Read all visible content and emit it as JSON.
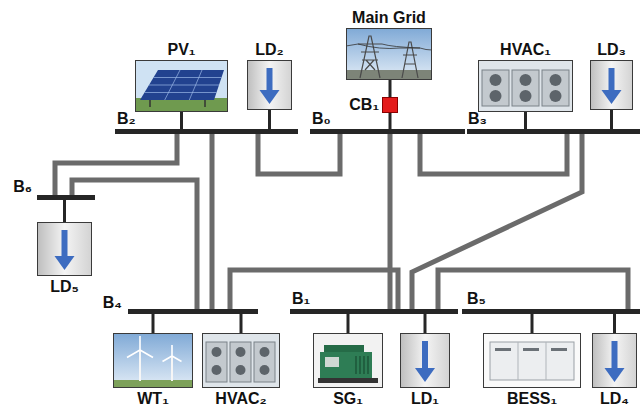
{
  "diagram": {
    "nodes": [
      {
        "text": [
          "Main Grid"
        ]
      },
      {
        "text": [
          "PV₁"
        ]
      },
      {
        "text": [
          "LD₂"
        ]
      },
      {
        "text": [
          "HVAC₁"
        ]
      },
      {
        "text": [
          "LD₃"
        ]
      },
      {
        "text": [
          "CB₁"
        ]
      },
      {
        "text": [
          "B₂"
        ]
      },
      {
        "text": [
          "B₀"
        ]
      },
      {
        "text": [
          "B₃"
        ]
      },
      {
        "text": [
          "B₆"
        ]
      },
      {
        "text": [
          "LD₅"
        ]
      },
      {
        "text": [
          "B₄"
        ]
      },
      {
        "text": [
          "B₁"
        ]
      },
      {
        "text": [
          "B₅"
        ]
      },
      {
        "text": [
          "WT₁"
        ]
      },
      {
        "text": [
          "HVAC₂"
        ]
      },
      {
        "text": [
          "SG₁"
        ]
      },
      {
        "text": [
          "LD₁"
        ]
      },
      {
        "text": [
          "BESS₁"
        ]
      },
      {
        "text": [
          "LD₄"
        ]
      }
    ],
    "edges": [
      {
        "from": 0,
        "to": 5,
        "arrow": "none"
      },
      {
        "from": 5,
        "to": 7,
        "arrow": "none"
      },
      {
        "from": 1,
        "to": 6,
        "arrow": "none"
      },
      {
        "from": 2,
        "to": 6,
        "arrow": "none"
      },
      {
        "from": 3,
        "to": 8,
        "arrow": "none"
      },
      {
        "from": 4,
        "to": 8,
        "arrow": "none"
      },
      {
        "from": 6,
        "to": 7,
        "arrow": "none"
      },
      {
        "from": 7,
        "to": 8,
        "arrow": "none"
      },
      {
        "from": 7,
        "to": 12,
        "arrow": "none"
      },
      {
        "from": 6,
        "to": 9,
        "arrow": "none"
      },
      {
        "from": 6,
        "to": 11,
        "arrow": "none"
      },
      {
        "from": 9,
        "to": 11,
        "arrow": "none"
      },
      {
        "from": 9,
        "to": 10,
        "arrow": "none"
      },
      {
        "from": 8,
        "to": 12,
        "arrow": "none"
      },
      {
        "from": 11,
        "to": 12,
        "arrow": "none"
      },
      {
        "from": 12,
        "to": 13,
        "arrow": "none"
      },
      {
        "from": 14,
        "to": 11,
        "arrow": "none"
      },
      {
        "from": 15,
        "to": 11,
        "arrow": "none"
      },
      {
        "from": 16,
        "to": 12,
        "arrow": "none"
      },
      {
        "from": 17,
        "to": 12,
        "arrow": "none"
      },
      {
        "from": 18,
        "to": 13,
        "arrow": "none"
      },
      {
        "from": 19,
        "to": 13,
        "arrow": "none"
      }
    ]
  }
}
